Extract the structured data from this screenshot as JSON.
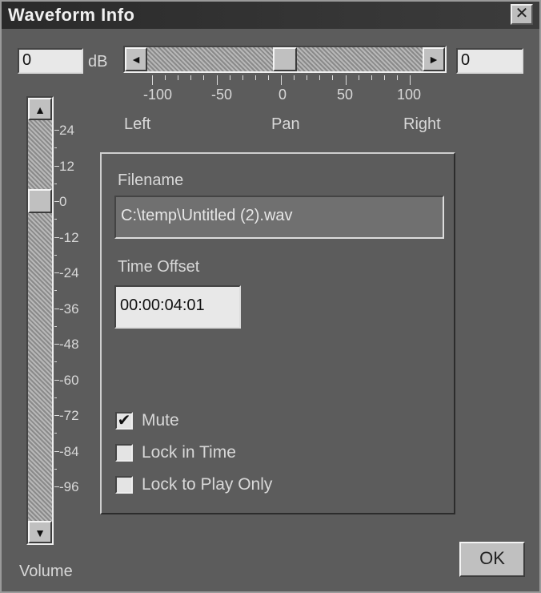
{
  "window": {
    "title": "Waveform Info",
    "close_label": "✕"
  },
  "volume": {
    "value": "0",
    "unit": "dB",
    "label": "Volume",
    "ticks": [
      "24",
      "12",
      "0",
      "-12",
      "-24",
      "-36",
      "-48",
      "-60",
      "-72",
      "-84",
      "-96"
    ],
    "level_db": 0
  },
  "pan": {
    "value": "0",
    "ticks": [
      "-100",
      "-50",
      "0",
      "50",
      "100"
    ],
    "left_label": "Left",
    "center_label": "Pan",
    "right_label": "Right",
    "level": 0
  },
  "info": {
    "filename_label": "Filename",
    "filename": "C:\\temp\\Untitled (2).wav",
    "time_offset_label": "Time Offset",
    "time_offset": "00:00:04:01"
  },
  "options": [
    {
      "label": "Mute",
      "checked": true
    },
    {
      "label": "Lock in Time",
      "checked": false
    },
    {
      "label": "Lock to Play Only",
      "checked": false
    }
  ],
  "ok_label": "OK",
  "icons": {
    "left_arrow": "◄",
    "right_arrow": "►",
    "up_arrow": "▲",
    "down_arrow": "▼",
    "check": "✔"
  }
}
